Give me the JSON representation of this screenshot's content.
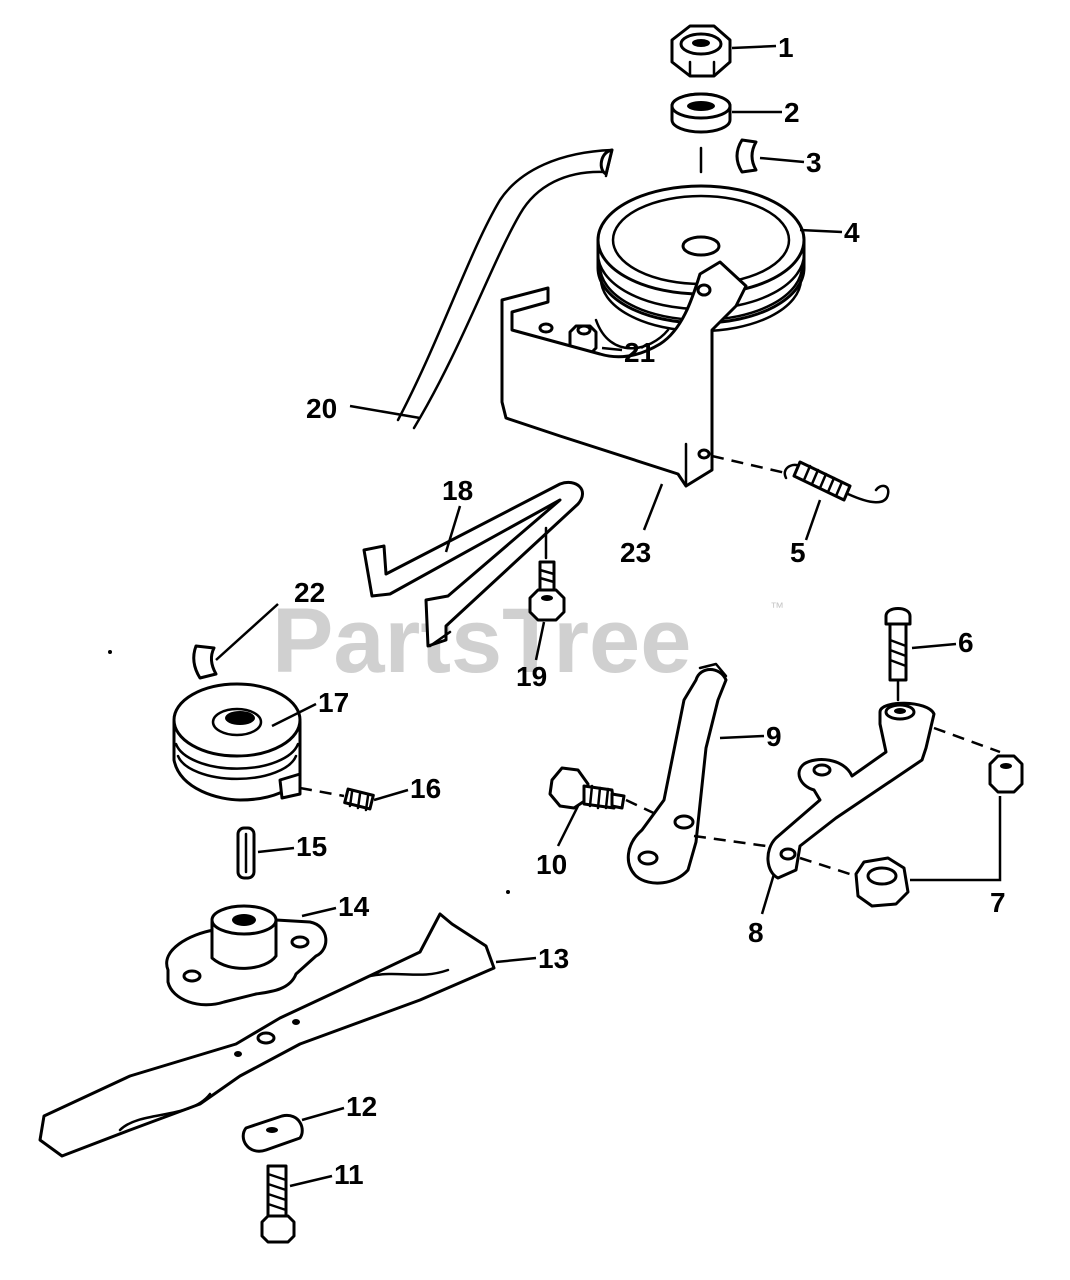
{
  "watermark": {
    "text": "PartsTree",
    "trademark": "™",
    "color": "#c8c8c8"
  },
  "callouts": {
    "n1": "1",
    "n2": "2",
    "n3": "3",
    "n4": "4",
    "n5": "5",
    "n6": "6",
    "n7": "7",
    "n8": "8",
    "n9": "9",
    "n10": "10",
    "n11": "11",
    "n12": "12",
    "n13": "13",
    "n14": "14",
    "n15": "15",
    "n16": "16",
    "n17": "17",
    "n18": "18",
    "n19": "19",
    "n20": "20",
    "n21": "21",
    "n22": "22",
    "n23": "23"
  },
  "colors": {
    "line": "#000000",
    "background": "#ffffff"
  }
}
